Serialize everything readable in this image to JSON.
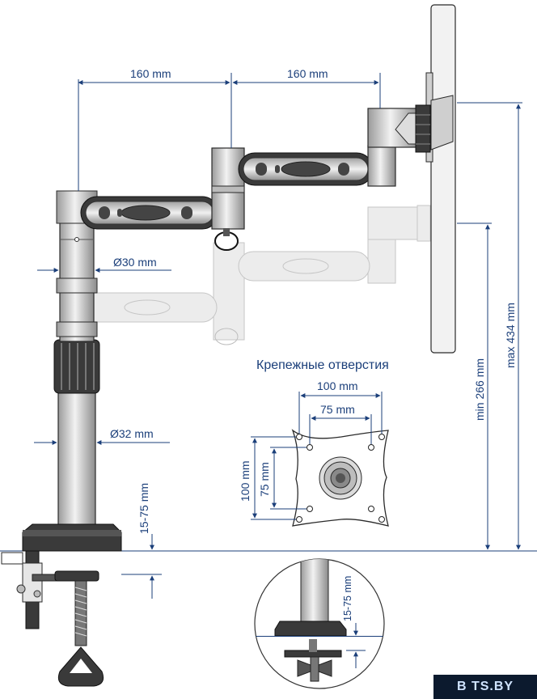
{
  "labels": {
    "arm_length_1": "160 mm",
    "arm_length_2": "160 mm",
    "pole_diameter_upper": "Ø30 mm",
    "pole_diameter_lower": "Ø32 mm",
    "clamp_thickness": "15-75 mm",
    "clamp_thickness_detail": "15-75 mm",
    "min_height": "min 266 mm",
    "max_height": "max 434 mm",
    "mounting_holes_title": "Крепежные отверстия",
    "vesa_width_100": "100 mm",
    "vesa_width_75": "75 mm",
    "vesa_height_100": "100 mm",
    "vesa_height_75": "75 mm"
  },
  "watermark": "B TS.BY",
  "colors": {
    "dimension": "#1b3f7a",
    "outline": "#2a2a2a",
    "metal": "#c9c9c9",
    "ghost": "#c4c4c4",
    "background": "#ffffff"
  }
}
